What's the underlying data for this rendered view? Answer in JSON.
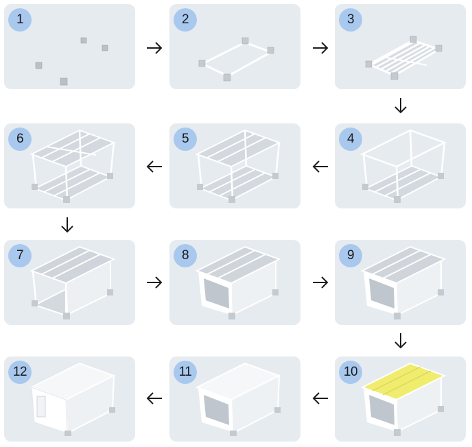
{
  "steps": [
    {
      "label": "1"
    },
    {
      "label": "2"
    },
    {
      "label": "3"
    },
    {
      "label": "4"
    },
    {
      "label": "5"
    },
    {
      "label": "6"
    },
    {
      "label": "7"
    },
    {
      "label": "8"
    },
    {
      "label": "9"
    },
    {
      "label": "10"
    },
    {
      "label": "11"
    },
    {
      "label": "12"
    }
  ],
  "colors": {
    "panel": "#e6ebf0",
    "badge": "#a9c8ee",
    "frame": "#ffffff",
    "shadow": "#c6cdd4",
    "insulation": "#f0ec6e"
  }
}
